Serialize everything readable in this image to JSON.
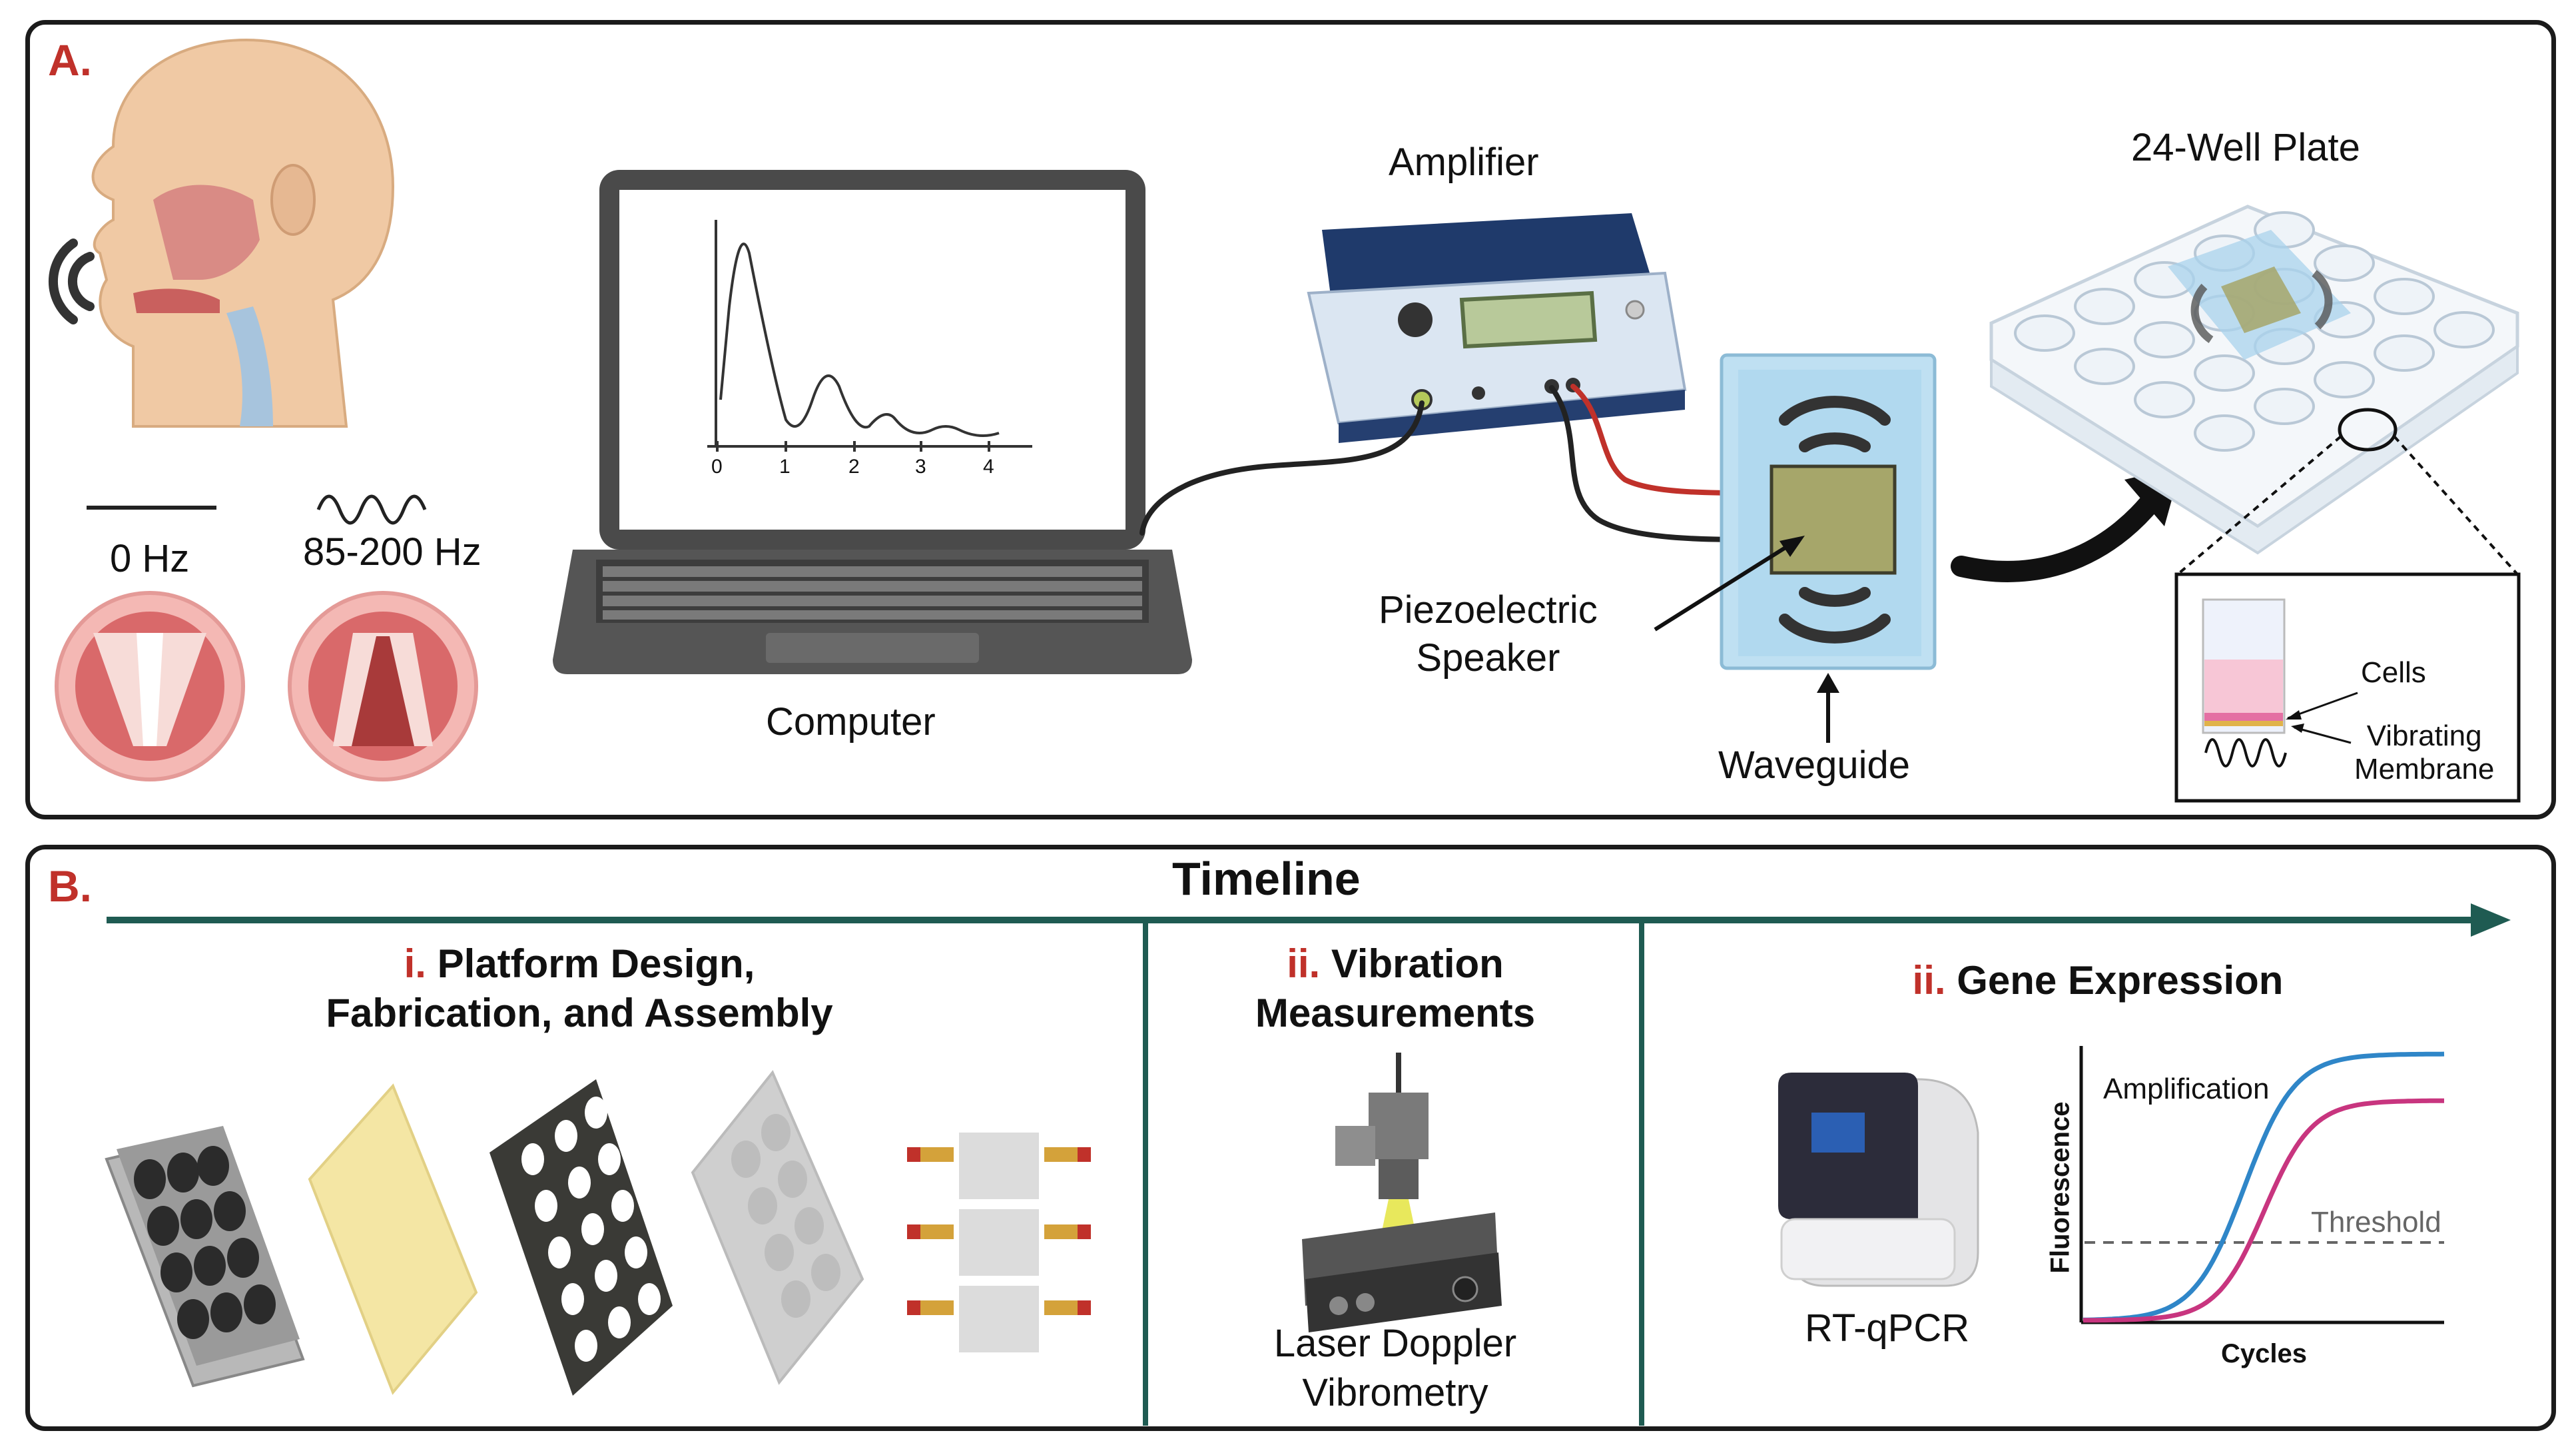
{
  "panel_a": {
    "label": "A.",
    "freq_zero": "0 Hz",
    "freq_range": "85-200 Hz",
    "computer": "Computer",
    "amplifier": "Amplifier",
    "speaker_line1": "Piezoelectric",
    "speaker_line2": "Speaker",
    "waveguide": "Waveguide",
    "plate": "24-Well Plate",
    "cells": "Cells",
    "membrane_line1": "Vibrating",
    "membrane_line2": "Membrane",
    "screen_ticks": [
      "0",
      "1",
      "2",
      "3",
      "4"
    ]
  },
  "panel_b": {
    "label": "B.",
    "timeline": "Timeline",
    "stage1_num": "i.",
    "stage1_line1": "Platform Design,",
    "stage1_line2": "Fabrication, and Assembly",
    "stage2_num": "ii.",
    "stage2_line1": "Vibration",
    "stage2_line2": "Measurements",
    "stage2_caption1": "Laser Doppler",
    "stage2_caption2": "Vibrometry",
    "stage3_num": "ii.",
    "stage3_title": "Gene Expression",
    "stage3_device": "RT-qPCR",
    "curve_label": "Amplification",
    "threshold_label": "Threshold",
    "ylabel": "Fluorescence",
    "xlabel": "Cycles"
  },
  "colors": {
    "label_red": "#c0312a",
    "timeline_teal": "#1f5b52",
    "curve_blue": "#2f86c8",
    "curve_magenta": "#c8357f",
    "waveguide": "#bfe0f2",
    "amplifier_navy": "#1f3a6b"
  }
}
